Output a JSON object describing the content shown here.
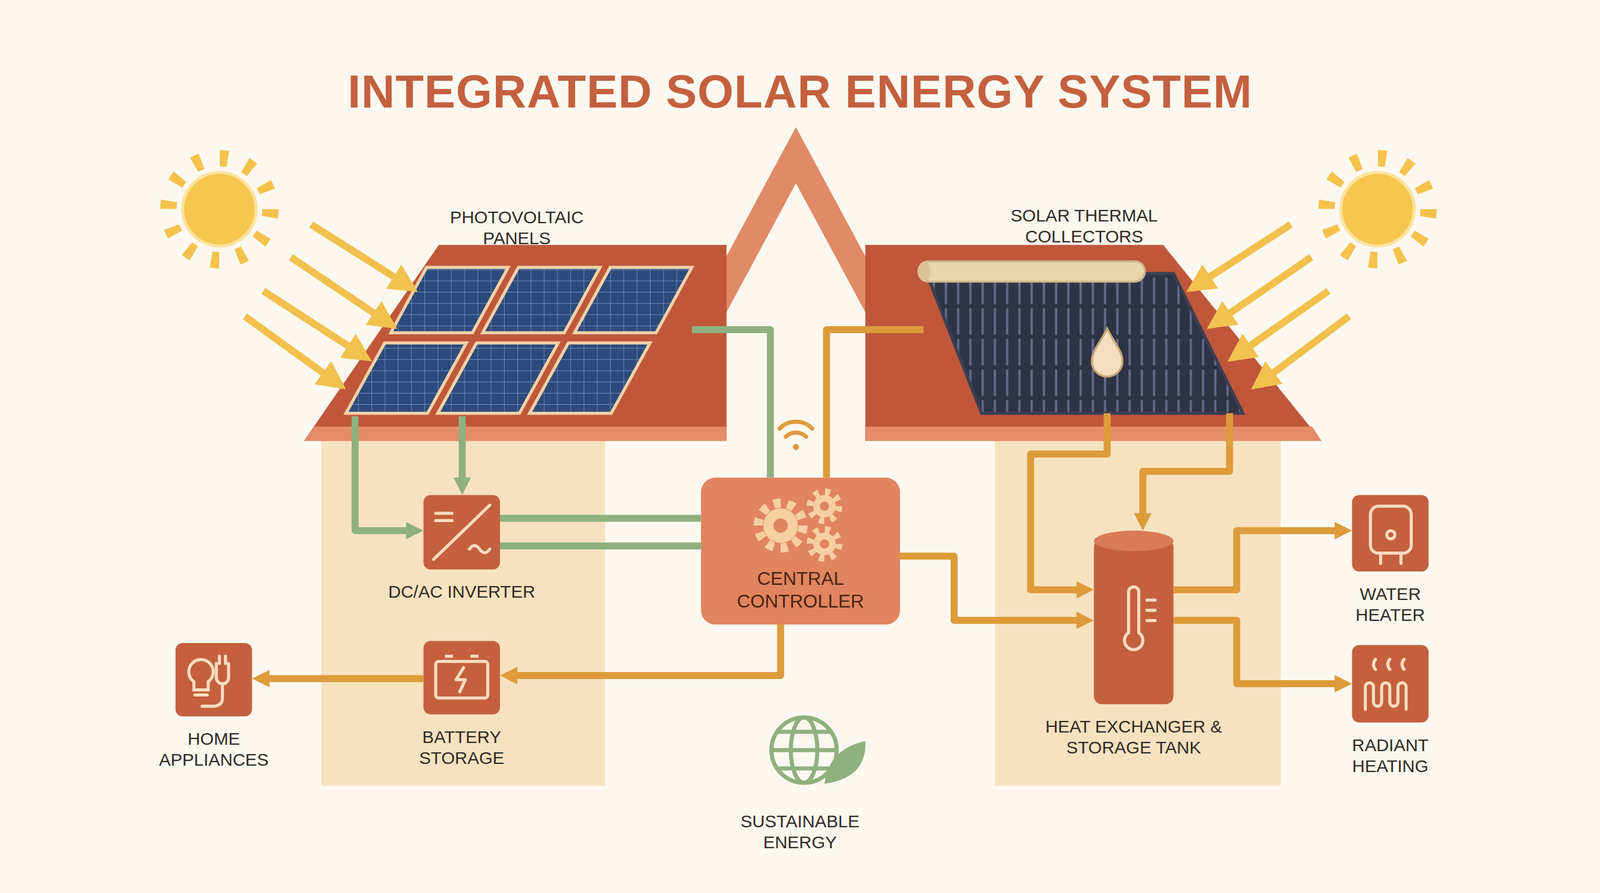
{
  "diagram": {
    "title": "INTEGRATED SOLAR ENERGY SYSTEM",
    "nodes": [
      {
        "text": [
          "PHOTOVOLTAIC PANELS"
        ]
      },
      {
        "text": [
          "SOLAR THERMAL COLLECTORS"
        ]
      },
      {
        "text": [
          "DC/AC INVERTER"
        ]
      },
      {
        "text": [
          "CENTRAL CONTROLLER"
        ]
      },
      {
        "text": [
          "HOME APPLIANCES"
        ]
      },
      {
        "text": [
          "BATTERY STORAGE"
        ]
      },
      {
        "text": [
          "HEAT EXCHANGER & STORAGE TANK"
        ]
      },
      {
        "text": [
          "WATER HEATER"
        ]
      },
      {
        "text": [
          "RADIANT HEATING"
        ]
      }
    ],
    "edges": [
      {
        "from": 0,
        "to": 2,
        "arrow": "to"
      },
      {
        "from": 0,
        "to": 2,
        "arrow": "to"
      },
      {
        "from": 0,
        "to": 3,
        "arrow": "none"
      },
      {
        "from": 1,
        "to": 3,
        "arrow": "none"
      },
      {
        "from": 2,
        "to": 3,
        "arrow": "none"
      },
      {
        "from": 2,
        "to": 3,
        "arrow": "none"
      },
      {
        "from": 3,
        "to": 5,
        "arrow": "to"
      },
      {
        "from": 5,
        "to": 4,
        "arrow": "to"
      },
      {
        "from": 3,
        "to": 6,
        "arrow": "to"
      },
      {
        "from": 1,
        "to": 6,
        "arrow": "to"
      },
      {
        "from": 1,
        "to": 6,
        "arrow": "to"
      },
      {
        "from": 6,
        "to": 7,
        "arrow": "to"
      },
      {
        "from": 6,
        "to": 8,
        "arrow": "to"
      }
    ],
    "labels": [
      "SUSTAINABLE ENERGY"
    ]
  }
}
